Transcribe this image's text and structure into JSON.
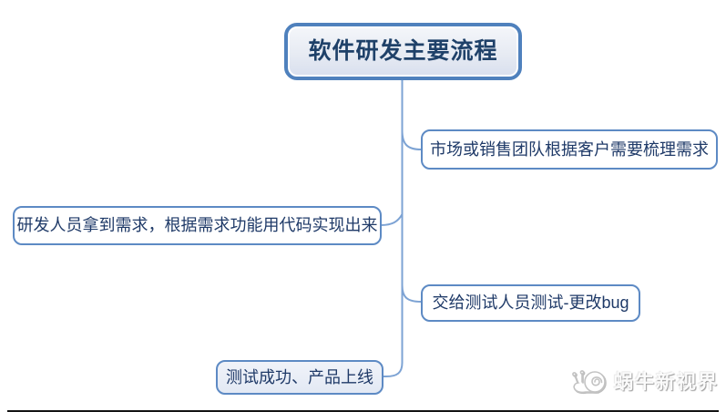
{
  "diagram": {
    "title_node": {
      "label": "软件研发主要流程"
    },
    "branch_nodes": [
      {
        "label": "市场或销售团队根据客户需要梳理需求",
        "side": "right"
      },
      {
        "label": "研发人员拿到需求，根据需求功能用代码实现出来",
        "side": "left"
      },
      {
        "label": "交给测试人员测试-更改bug",
        "side": "right"
      },
      {
        "label": "测试成功、产品上线",
        "side": "left"
      }
    ]
  },
  "watermark": {
    "label": "蜗牛新视界",
    "icon": "snail-icon"
  },
  "colors": {
    "node_border": "#4f81bd",
    "branch_border": "#5d8ac4",
    "connector": "#7da3d4",
    "root_text": "#1f4169",
    "branch_text": "#1f3a68",
    "root_fill_top": "#f4f6fa",
    "root_fill_bottom": "#d8dfee"
  }
}
